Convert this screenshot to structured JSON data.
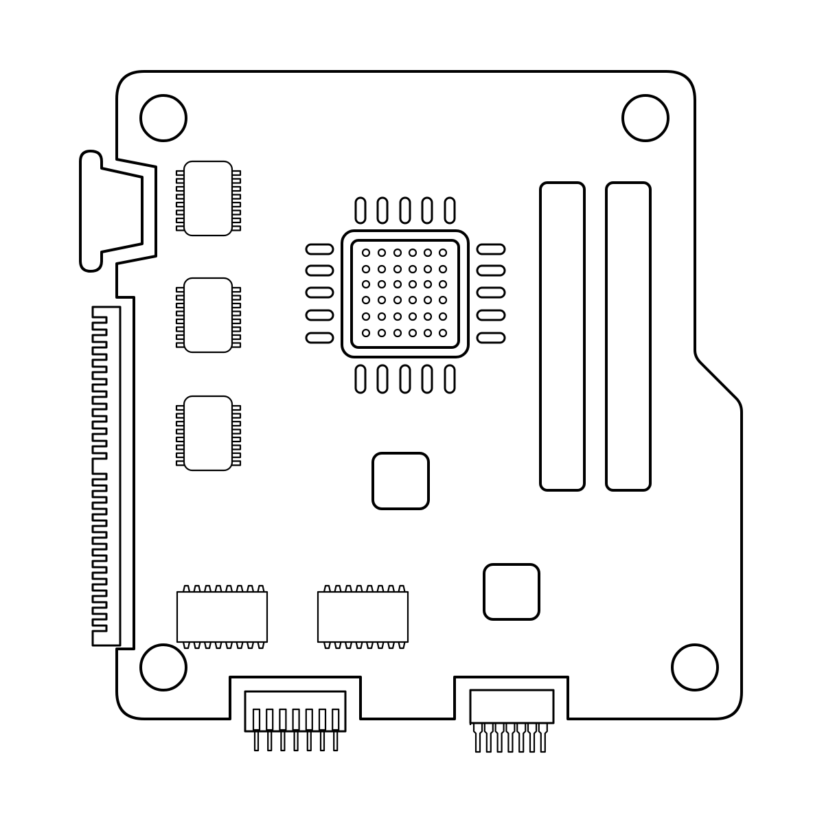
{
  "illustration": {
    "subject": "circuit-board-icon",
    "stroke_color": "#000000",
    "background_color": "#ffffff",
    "components": {
      "mounting_holes": 4,
      "soic_chips": 3,
      "soic_pins_per_side": 8,
      "qfp_pins_per_side": 5,
      "bga_grid": [
        6,
        6
      ],
      "memory_slots": 2,
      "square_chips": 2,
      "dip_chips": 2,
      "dip_pins_per_side": 8,
      "bottom_connector_pins": 7
    }
  }
}
